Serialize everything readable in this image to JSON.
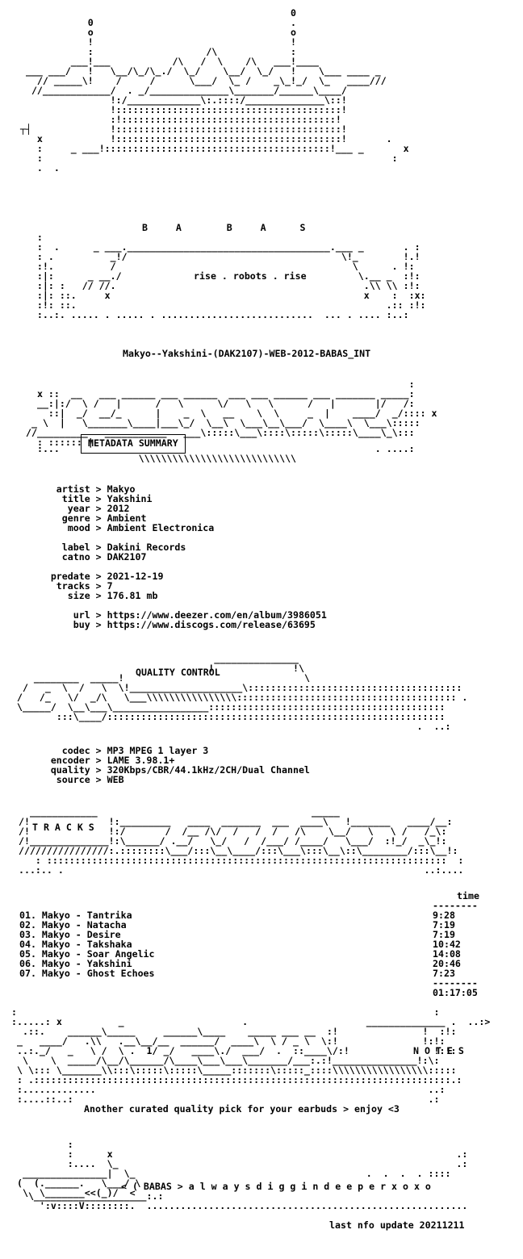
{
  "release": {
    "name": "Makyo--Yakshini-(DAK2107)-WEB-2012-BABAS_INT",
    "group_letters": "B     A        B     A      S",
    "motto": "rise . robots . rise"
  },
  "sections": {
    "metadata": "METADATA SUMMARY",
    "quality": "QUALITY CONTROL",
    "tracks": "T R A C K S",
    "notes": "N O T E S"
  },
  "metadata": [
    {
      "key": "artist",
      "value": "Makyo"
    },
    {
      "key": "title",
      "value": "Yakshini"
    },
    {
      "key": "year",
      "value": "2012"
    },
    {
      "key": "genre",
      "value": "Ambient"
    },
    {
      "key": "mood",
      "value": "Ambient Electronica"
    },
    {
      "key": "label",
      "value": "Dakini Records"
    },
    {
      "key": "catno",
      "value": "DAK2107"
    },
    {
      "key": "predate",
      "value": "2021-12-19"
    },
    {
      "key": "tracks",
      "value": "7"
    },
    {
      "key": "size",
      "value": "176.81 mb"
    },
    {
      "key": "url",
      "value": "https://www.deezer.com/en/album/3986051"
    },
    {
      "key": "buy",
      "value": "https://www.discogs.com/release/63695"
    }
  ],
  "quality": [
    {
      "key": "codec",
      "value": "MP3 MPEG 1 layer 3"
    },
    {
      "key": "encoder",
      "value": "LAME 3.98.1+"
    },
    {
      "key": "quality",
      "value": "320Kbps/CBR/44.1kHz/2CH/Dual Channel"
    },
    {
      "key": "source",
      "value": "WEB"
    }
  ],
  "tracklist": {
    "time_header": "time",
    "items": [
      {
        "n": "01.",
        "title": "Makyo - Tantrika",
        "time": "9:28"
      },
      {
        "n": "02.",
        "title": "Makyo - Natacha",
        "time": "7:19"
      },
      {
        "n": "03.",
        "title": "Makyo - Desire",
        "time": "7:19"
      },
      {
        "n": "04.",
        "title": "Makyo - Takshaka",
        "time": "10:42"
      },
      {
        "n": "05.",
        "title": "Makyo - Soar Angelic",
        "time": "14:08"
      },
      {
        "n": "06.",
        "title": "Makyo - Yakshini",
        "time": "20:46"
      },
      {
        "n": "07.",
        "title": "Makyo - Ghost Echoes",
        "time": "7:23"
      }
    ],
    "total": "01:17:05"
  },
  "notes": "Another curated quality pick for your earbuds > enjoy <3",
  "footer": {
    "tagline": "< ( BABAS > a l w a y s d i g g i n d e e p e r x o x o",
    "update": "last nfo update 20211211"
  }
}
